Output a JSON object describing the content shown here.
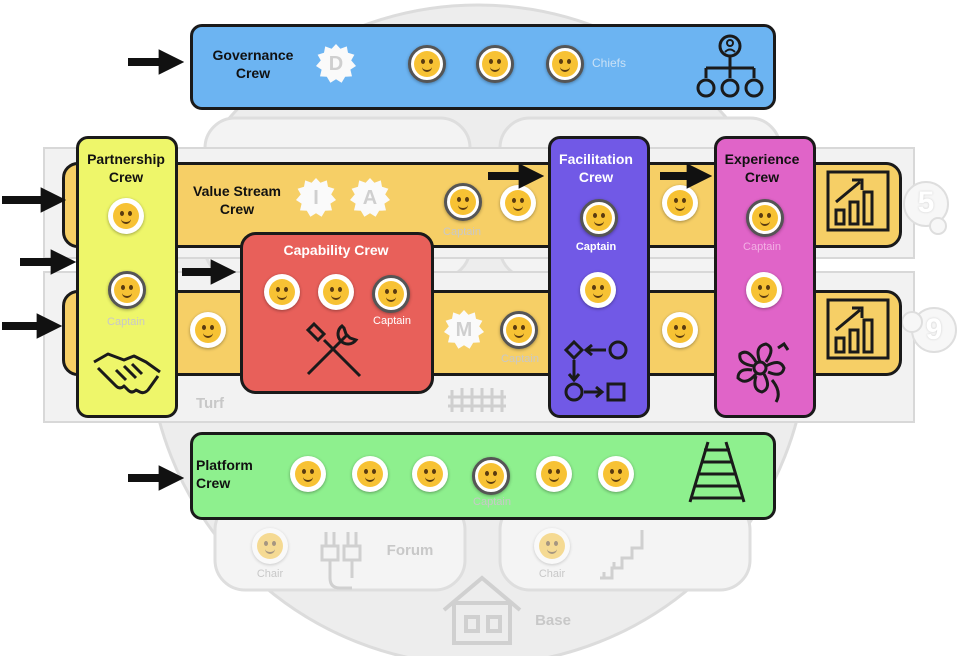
{
  "governance": {
    "title": "Governance\nCrew",
    "badge": "D",
    "chiefs": "Chiefs"
  },
  "value_stream": {
    "title": "Value Stream\nCrew",
    "badge1": "I",
    "badge2": "A",
    "captain": "Captain",
    "number": "5"
  },
  "partnership": {
    "title": "Partnership\nCrew",
    "captain": "Captain"
  },
  "capability": {
    "title": "Capability Crew",
    "captain": "Captain"
  },
  "lower_stream": {
    "badge": "M",
    "captain": "Captain",
    "number": "9",
    "turf": "Turf"
  },
  "facilitation": {
    "title": "Facilitation\nCrew",
    "captain": "Captain"
  },
  "experience": {
    "title": "Experience\nCrew",
    "captain": "Captain"
  },
  "platform": {
    "title": "Platform\nCrew",
    "captain": "Captain"
  },
  "forum": {
    "label": "Forum",
    "chair_left": "Chair",
    "chair_right": "Chair"
  },
  "base": {
    "label": "Base"
  },
  "colors": {
    "governance": "#6cb4f2",
    "value_stream": "#f6cf66",
    "partnership": "#eef66a",
    "capability": "#e8605a",
    "facilitation": "#7159e6",
    "experience": "#e064c8",
    "platform": "#8ef08e"
  }
}
